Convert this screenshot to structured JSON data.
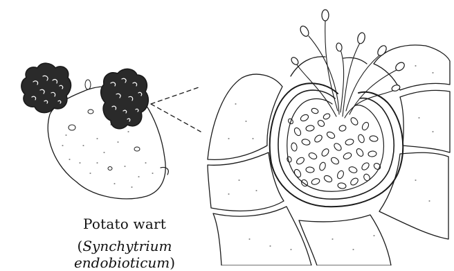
{
  "caption": {
    "common_name": "Potato wart",
    "paren_open": "(",
    "scientific_name": "Synchytrium endobioticum",
    "paren_close": ")"
  },
  "colors": {
    "ink": "#1a1a1a",
    "paper": "#ffffff"
  },
  "icons": [
    "potato-tuber-illustration",
    "sporangium-cross-section-illustration",
    "zoospore-icon"
  ]
}
